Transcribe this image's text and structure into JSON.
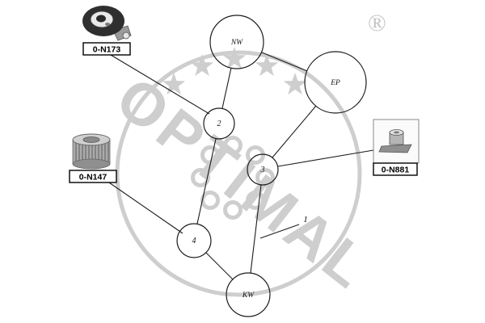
{
  "watermark": {
    "brand": "OPTIMAL",
    "registered": "®"
  },
  "pulleys": [
    {
      "id": "NW",
      "label": "NW"
    },
    {
      "id": "EP",
      "label": "EP"
    },
    {
      "id": "2",
      "label": "2"
    },
    {
      "id": "3",
      "label": "3"
    },
    {
      "id": "4",
      "label": "4"
    },
    {
      "id": "KW",
      "label": "KW"
    }
  ],
  "belt_label": "1",
  "callouts": [
    {
      "part_number": "0-N173",
      "icon": "tensioner-pulley-photo"
    },
    {
      "part_number": "0-N147",
      "icon": "toothed-idler-pulley-photo"
    },
    {
      "part_number": "0-N881",
      "icon": "roller-stud-photo"
    }
  ]
}
